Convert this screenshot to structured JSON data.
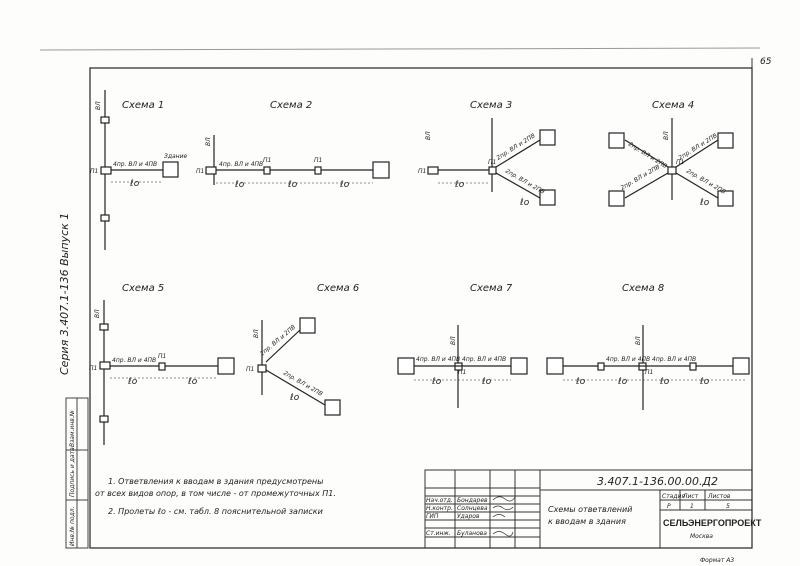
{
  "page_number": "65",
  "series_label": "Серия 3.407.1-136 Выпуск 1",
  "side_stamp": [
    "Инв.№ подл.",
    "Подпись и дата",
    "Взам.инв.№"
  ],
  "schemes": [
    {
      "title": "Схема 1"
    },
    {
      "title": "Схема 2"
    },
    {
      "title": "Схема 3"
    },
    {
      "title": "Схема 4"
    },
    {
      "title": "Схема 5"
    },
    {
      "title": "Схема 6"
    },
    {
      "title": "Схема 7"
    },
    {
      "title": "Схема 8"
    }
  ],
  "labels": {
    "vl": "ВЛ",
    "p1": "П1",
    "l0": "ℓo",
    "zdanie": "Здание",
    "wire4": "4пр. ВЛ и 4ПВ",
    "wire2": "2пр. ВЛ и 2ПВ"
  },
  "notes": [
    "1. Ответвления к вводам в здания предусмотрены",
    "от всех видов опор, в том числе - от промежуточных П1.",
    "2. Пролеты ℓo - см. табл. 8 пояснительной записки"
  ],
  "title_block": {
    "doc_code": "3.407.1-136.00.00.Д2",
    "doc_name_1": "Схемы ответвлений",
    "doc_name_2": "к вводам в здания",
    "roles": [
      "Нач.отд.",
      "Н.контр.",
      "ГИП",
      "",
      "Ст.инж."
    ],
    "names": [
      "Бондарев",
      "Солнцева",
      "Ударов",
      "",
      "Буланова"
    ],
    "stage_h": "Стадия",
    "sheet_h": "Лист",
    "sheets_h": "Листов",
    "stage": "Р",
    "sheet": "1",
    "sheets": "5",
    "org": "СЕЛЬЭНЕРГОПРОЕКТ",
    "city": "Москва"
  },
  "footer": {
    "format": "Формат А3"
  }
}
